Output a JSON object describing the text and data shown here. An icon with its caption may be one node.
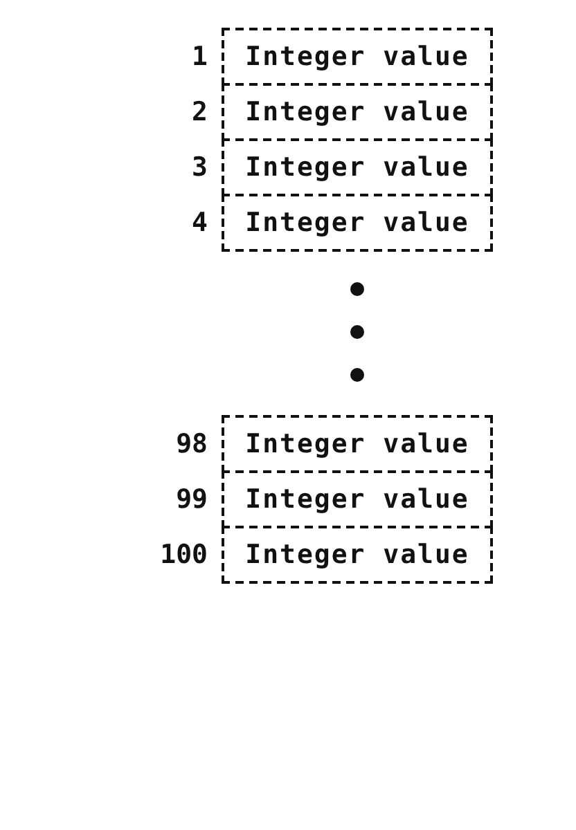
{
  "diagram": {
    "nodes": [
      {
        "text": [
          "Integer value"
        ],
        "beside": [
          "1"
        ]
      },
      {
        "text": [
          "Integer value"
        ],
        "beside": [
          "2"
        ]
      },
      {
        "text": [
          "Integer value"
        ],
        "beside": [
          "3"
        ]
      },
      {
        "text": [
          "Integer value"
        ],
        "beside": [
          "4"
        ]
      },
      {
        "text": [
          "Integer value"
        ],
        "beside": [
          "98"
        ]
      },
      {
        "text": [
          "Integer value"
        ],
        "beside": [
          "99"
        ]
      },
      {
        "text": [
          "Integer value"
        ],
        "beside": [
          "100"
        ]
      }
    ]
  }
}
